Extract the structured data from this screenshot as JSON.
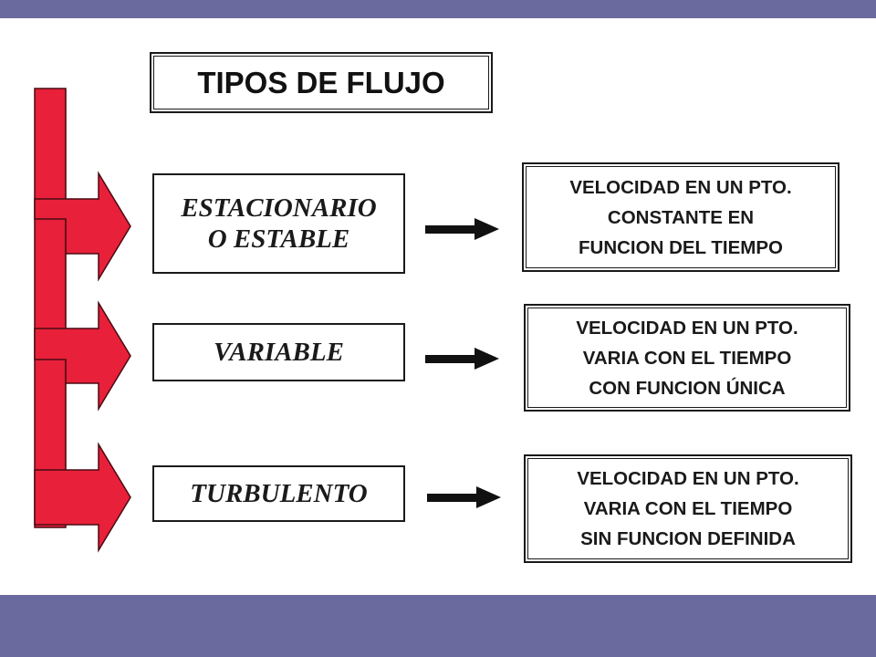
{
  "title": "TIPOS DE FLUJO",
  "colors": {
    "band": "#6a6a9e",
    "bracket_arrow": "#e8203a",
    "ink": "#1a1a1a",
    "background": "#ffffff"
  },
  "rows": [
    {
      "type_lines": [
        "ESTACIONARIO",
        "O ESTABLE"
      ],
      "description_lines": [
        "VELOCIDAD EN UN PTO.",
        "CONSTANTE EN",
        "FUNCION DEL TIEMPO"
      ]
    },
    {
      "type_lines": [
        "VARIABLE"
      ],
      "description_lines": [
        "VELOCIDAD EN UN PTO.",
        "VARIA CON EL TIEMPO",
        "CON FUNCION ÚNICA"
      ]
    },
    {
      "type_lines": [
        "TURBULENTO"
      ],
      "description_lines": [
        "VELOCIDAD EN UN PTO.",
        "VARIA CON EL TIEMPO",
        "SIN FUNCION DEFINIDA"
      ]
    }
  ]
}
